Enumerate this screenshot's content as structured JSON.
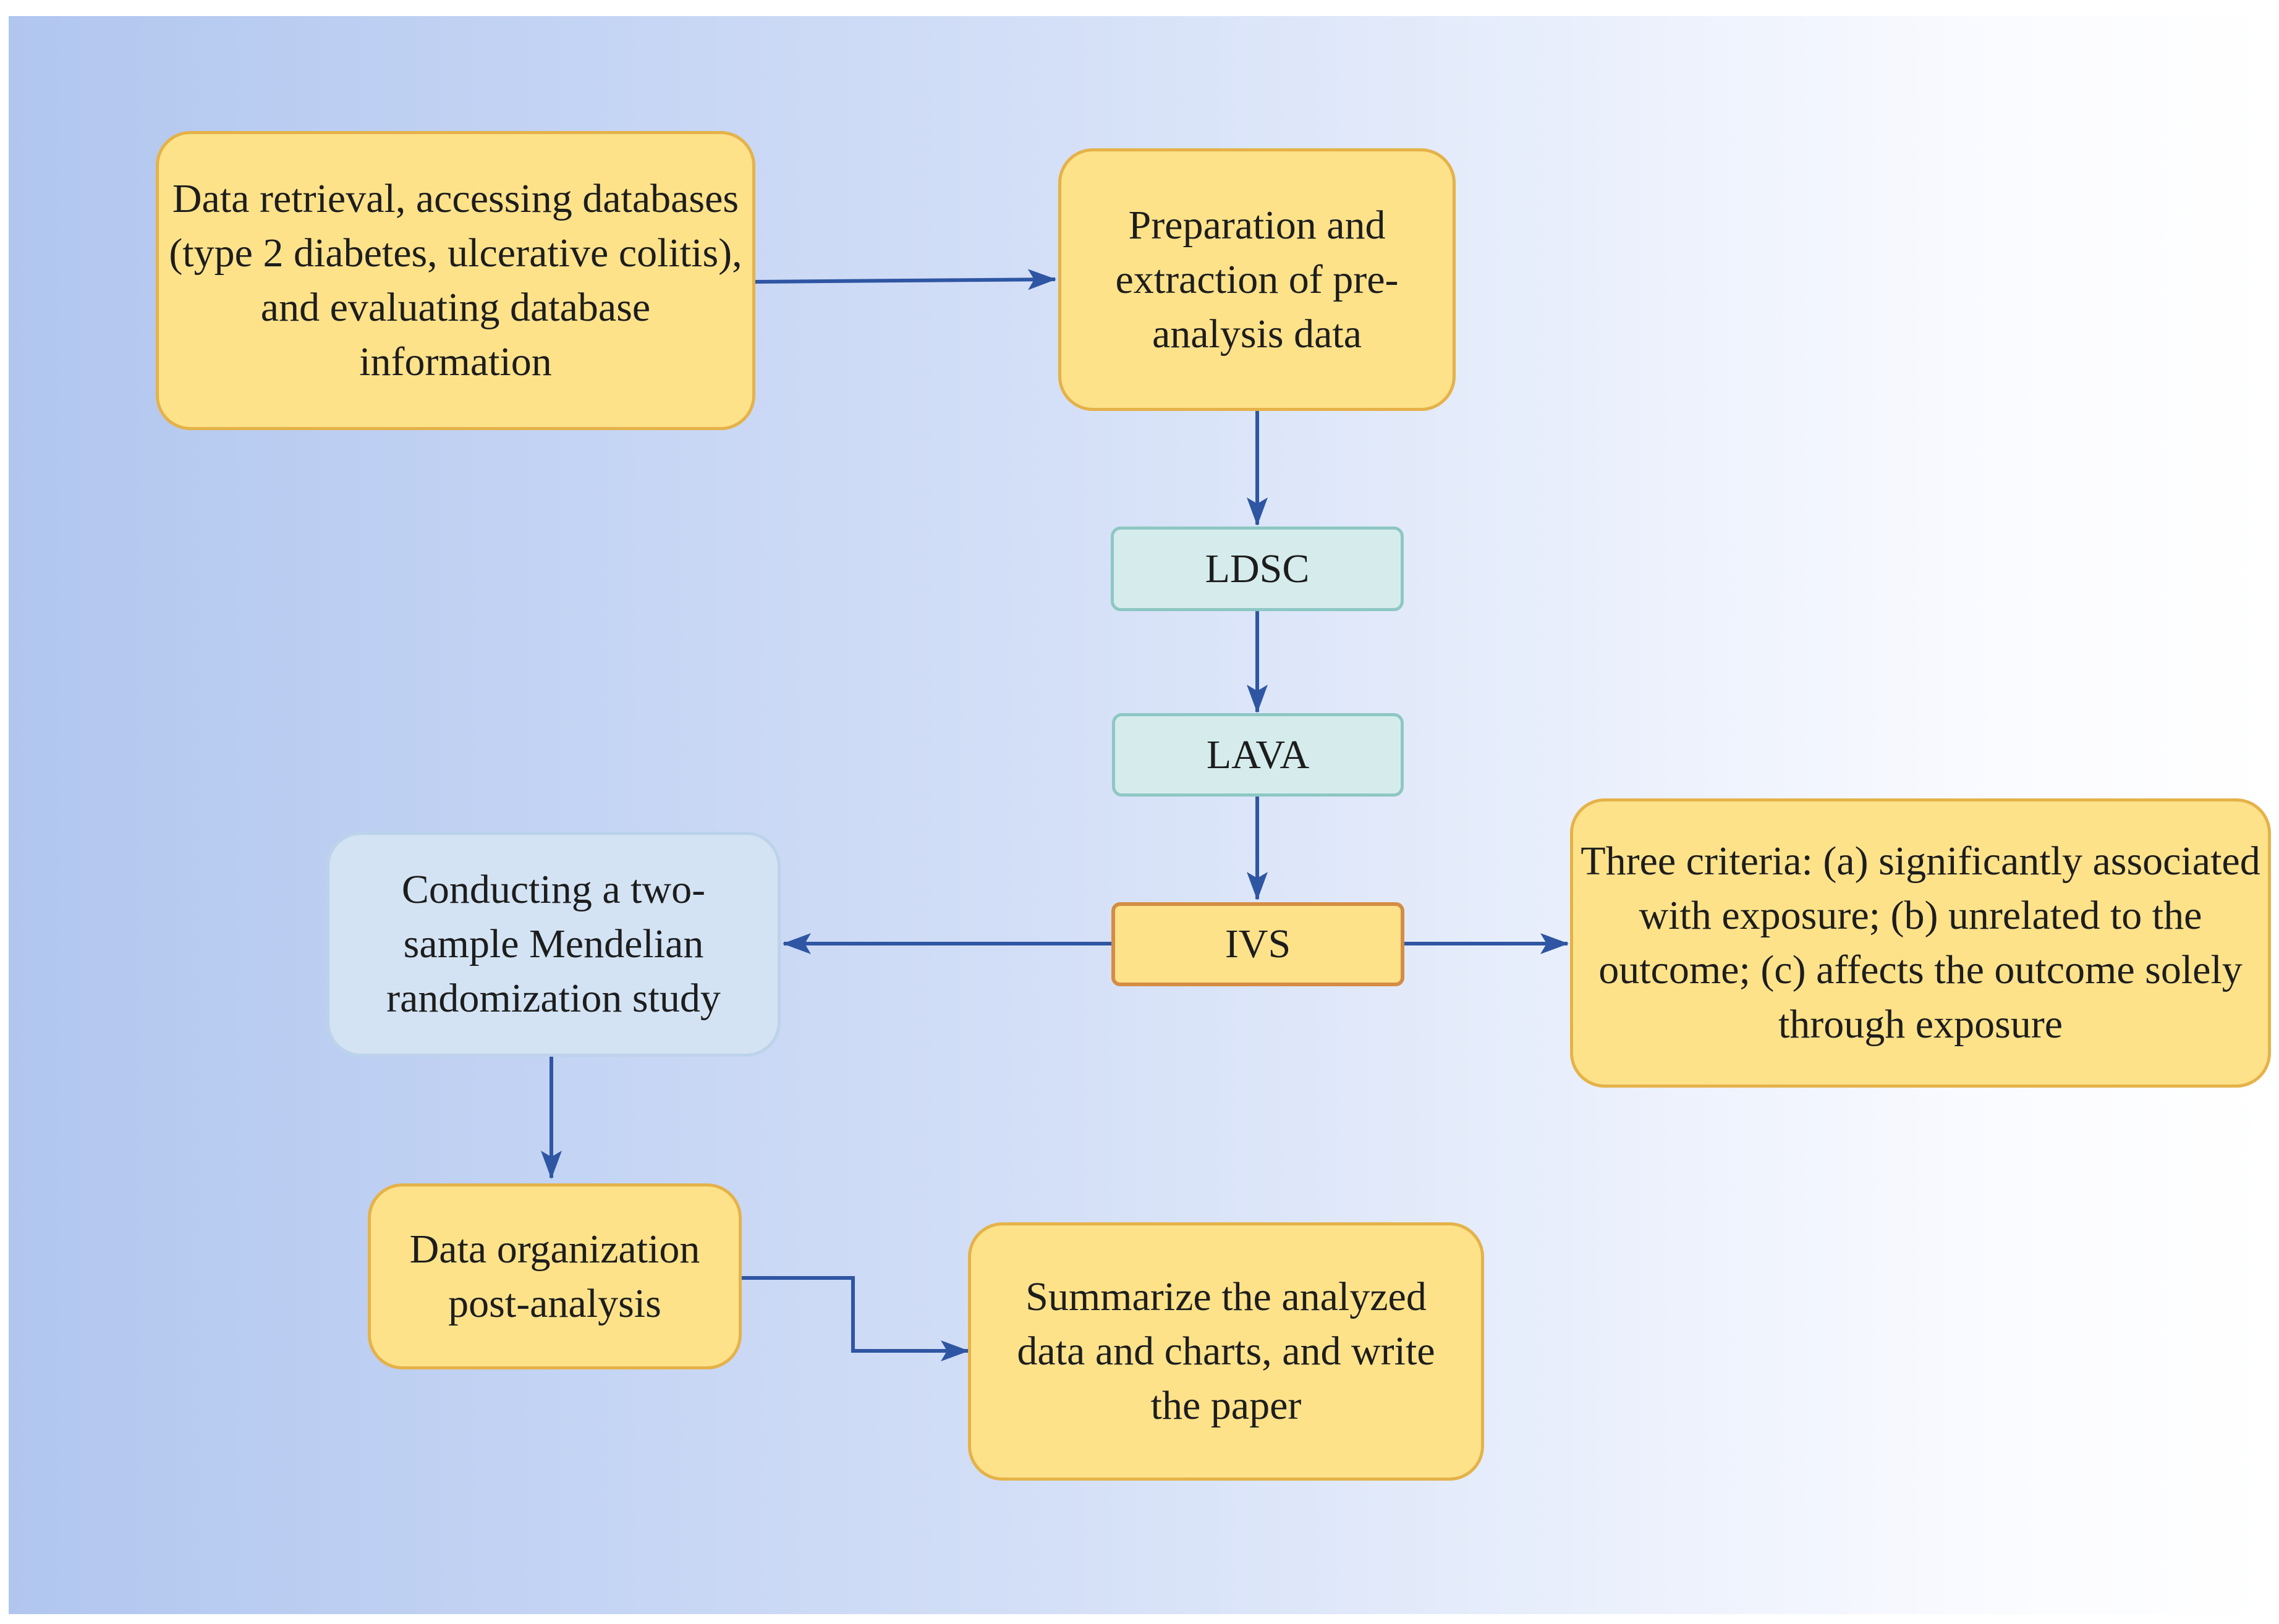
{
  "nodes": {
    "data_retrieval": "Data retrieval, accessing databases (type 2 diabetes, ulcerative colitis), and evaluating database information",
    "preparation": "Preparation and extraction of pre-analysis data",
    "ldsc": "LDSC",
    "lava": "LAVA",
    "ivs": "IVS",
    "criteria": "Three criteria: (a) significantly associated with exposure; (b) unrelated to the outcome; (c) affects the outcome solely through exposure",
    "mendelian": "Conducting a two-sample Mendelian randomization study",
    "organization": "Data organization post-analysis",
    "summarize": "Summarize the analyzed data and charts, and write the paper"
  },
  "colors": {
    "yellow_fill": "#fde28a",
    "yellow_border": "#e5b249",
    "teal_fill": "#d6ecec",
    "teal_border": "#8ec7c3",
    "blue_fill": "#d3e3f3",
    "arrow": "#2f56a3"
  }
}
